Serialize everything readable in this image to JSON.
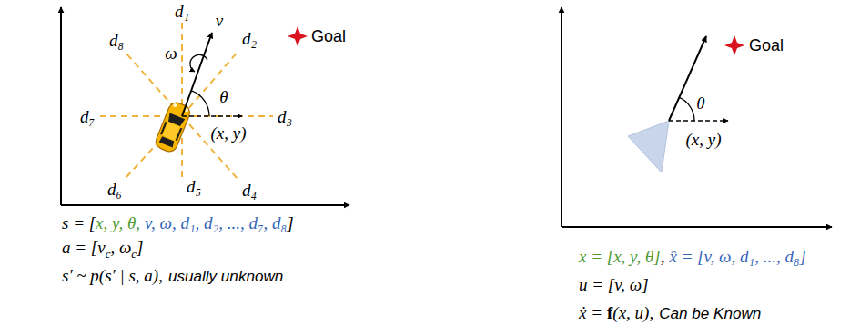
{
  "diagram": {
    "labels": [
      "d₁",
      "d₂",
      "d₃",
      "d₄",
      "d₅",
      "d₆",
      "d₇",
      "d₈",
      "v",
      "ω",
      "θ",
      "(x, y)",
      "Goal",
      "s = [",
      "x, y, θ,",
      "v, ω, d₁, d₂, ..., d₇, d₈",
      "]",
      "a = [v",
      "c",
      ", ω",
      "c",
      "]",
      "s′ ~ p(s′ | s, a),",
      "usually unknown",
      "θ",
      "(x, y)",
      "Goal",
      "x = [x, y, θ]",
      ",",
      "x̂ = [v, ω, d₁, ..., d₈]",
      "u = [v, ω]",
      "ẋ =",
      "f",
      "(x, u),",
      "Can be Known"
    ]
  }
}
